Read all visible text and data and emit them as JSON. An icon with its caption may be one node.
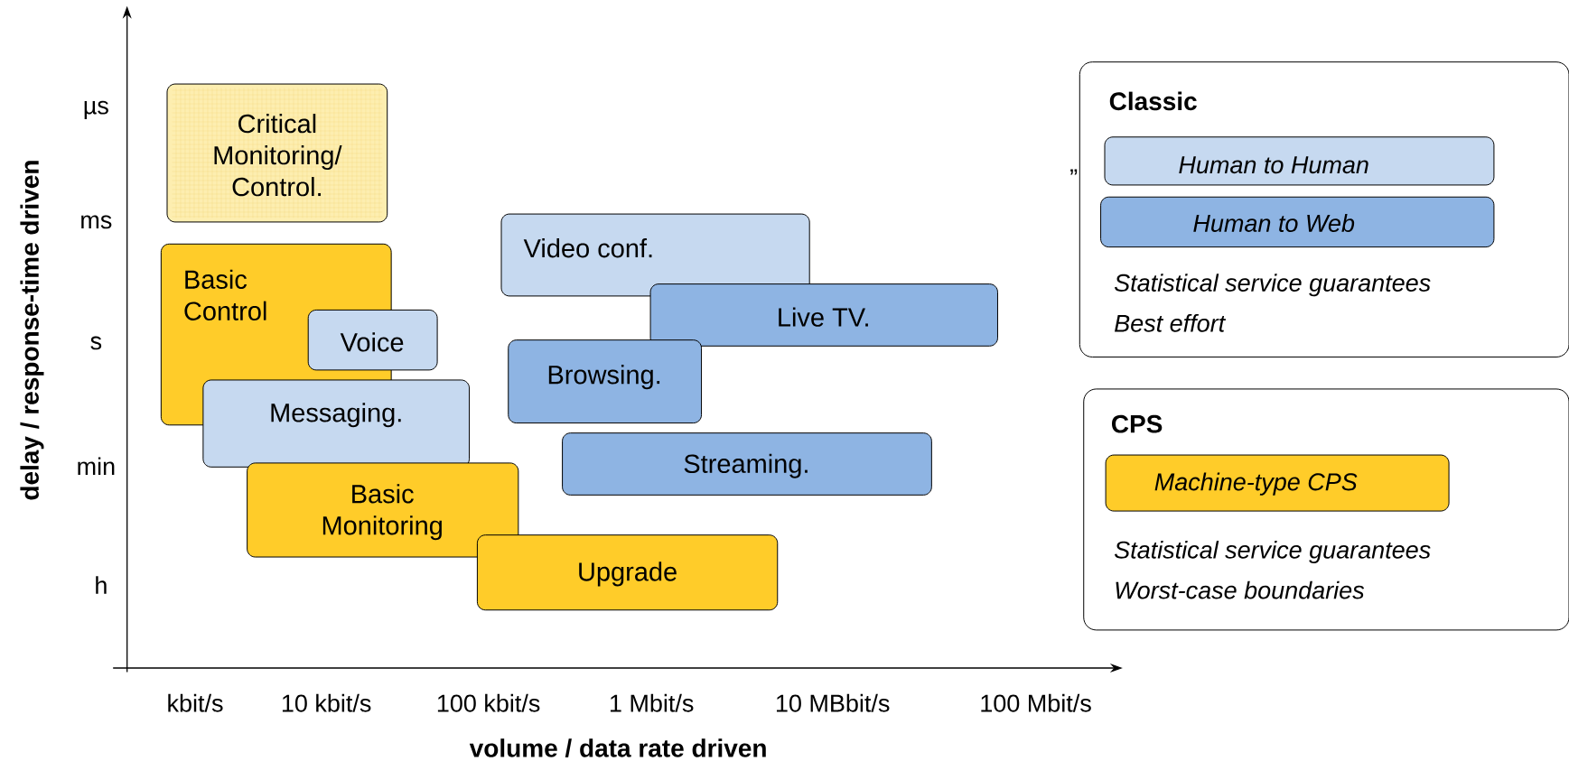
{
  "diagram": {
    "nodes": [
      {
        "text": [
          "Critical Monitoring/ Control."
        ]
      },
      {
        "text": [
          "Basic Control"
        ]
      },
      {
        "text": [
          "Voice"
        ]
      },
      {
        "text": [
          "Messaging."
        ]
      },
      {
        "text": [
          "Basic Monitoring"
        ]
      },
      {
        "text": [
          "Upgrade"
        ]
      },
      {
        "text": [
          "Video conf."
        ]
      },
      {
        "text": [
          "Live TV."
        ]
      },
      {
        "text": [
          "Browsing."
        ]
      },
      {
        "text": [
          "Streaming."
        ]
      },
      {
        "text": [
          "Classic",
          "Statistical service guarantees",
          "Best effort"
        ]
      },
      {
        "text": [
          "Human to Human"
        ],
        "in": 10
      },
      {
        "text": [
          "Human to Web"
        ],
        "in": 10
      },
      {
        "text": [
          "CPS",
          "Statistical service guarantees",
          "Worst-case boundaries"
        ]
      },
      {
        "text": [
          "Machine-type CPS"
        ],
        "in": 13
      }
    ],
    "labels": [
      "µs",
      "ms",
      "s",
      "min",
      "h",
      "kbit/s",
      "10 kbit/s",
      "100 kbit/s",
      "1 Mbit/s",
      "10 MBbit/s",
      "100 Mbit/s",
      "delay / response-time driven",
      "volume / data rate driven",
      "„"
    ]
  }
}
